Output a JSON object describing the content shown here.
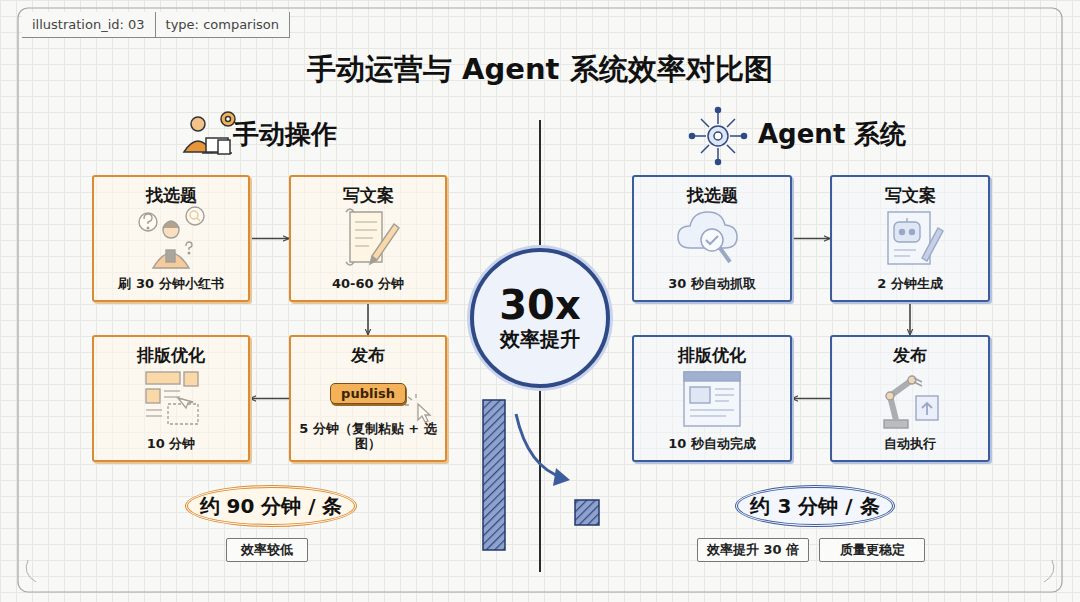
{
  "diagram": {
    "title": "手动运营与 Agent 系统效率对比图",
    "nodes": [
      {
        "text": [
          "找选题",
          "刷 30 分钟小红书"
        ]
      },
      {
        "text": [
          "写文案",
          "40-60 分钟"
        ]
      },
      {
        "text": [
          "排版优化",
          "10 分钟"
        ]
      },
      {
        "text": [
          "发布",
          "publish",
          "5 分钟（复制粘贴 + 选图）"
        ]
      },
      {
        "text": [
          "30x",
          "效率提升"
        ]
      },
      {
        "text": [
          "找选题",
          "30 秒自动抓取"
        ]
      },
      {
        "text": [
          "写文案",
          "2 分钟生成"
        ]
      },
      {
        "text": [
          "排版优化",
          "10 秒自动完成"
        ]
      },
      {
        "text": [
          "发布",
          "自动执行"
        ]
      },
      {
        "text": [
          "约 90 分钟 / 条"
        ]
      },
      {
        "text": [
          "效率较低"
        ]
      },
      {
        "text": [
          "约 3 分钟 / 条"
        ]
      },
      {
        "text": [
          "效率提升 30 倍"
        ]
      },
      {
        "text": [
          "质量更稳定"
        ]
      }
    ],
    "edges": [
      {
        "from": 0,
        "to": 1,
        "arrow": "to"
      },
      {
        "from": 1,
        "to": 3,
        "arrow": "to"
      },
      {
        "from": 3,
        "to": 2,
        "arrow": "to"
      },
      {
        "from": 5,
        "to": 6,
        "arrow": "to"
      },
      {
        "from": 6,
        "to": 8,
        "arrow": "to"
      },
      {
        "from": 8,
        "to": 7,
        "arrow": "to"
      }
    ],
    "labels": [
      "illustration_id: 03",
      "type: comparison",
      "手动操作",
      "Agent 系统"
    ]
  }
}
